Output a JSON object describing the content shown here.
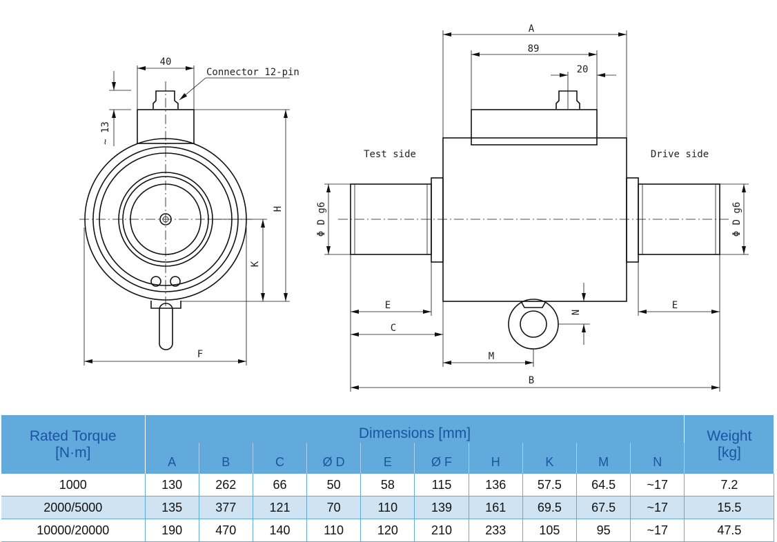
{
  "drawing": {
    "front_view": {
      "dim_width": "40",
      "connector_label": "Connector 12-pin",
      "dim_connector": "~ 13",
      "dim_h": "H",
      "dim_k": "K",
      "dim_f": "F"
    },
    "side_view": {
      "dim_a": "A",
      "dim_89": "89",
      "dim_20": "20",
      "test_side": "Test side",
      "drive_side": "Drive side",
      "dim_d_left": "Φ D g6",
      "dim_d_right": "Φ D g6",
      "dim_e_left": "E",
      "dim_e_right": "E",
      "dim_c": "C",
      "dim_m": "M",
      "dim_b": "B",
      "dim_n": "N"
    }
  },
  "table": {
    "rated_header": "Rated Torque",
    "rated_unit": "[N·m]",
    "dims_header": "Dimensions [mm]",
    "weight_header": "Weight",
    "weight_unit": "[kg]",
    "columns": [
      "A",
      "B",
      "C",
      "Ø D",
      "E",
      "Ø F",
      "H",
      "K",
      "M",
      "N"
    ],
    "rows": [
      {
        "torque": "1000",
        "values": [
          "130",
          "262",
          "66",
          "50",
          "58",
          "115",
          "136",
          "57.5",
          "64.5",
          "~17"
        ],
        "weight": "7.2"
      },
      {
        "torque": "2000/5000",
        "values": [
          "135",
          "377",
          "121",
          "70",
          "110",
          "139",
          "161",
          "69.5",
          "67.5",
          "~17"
        ],
        "weight": "15.5"
      },
      {
        "torque": "10000/20000",
        "values": [
          "190",
          "470",
          "140",
          "110",
          "120",
          "210",
          "233",
          "105",
          "95",
          "~17"
        ],
        "weight": "47.5"
      }
    ]
  },
  "colors": {
    "header": "#62aadc",
    "header_text": "#1a54a3",
    "alt_row": "#cfe3f3"
  }
}
